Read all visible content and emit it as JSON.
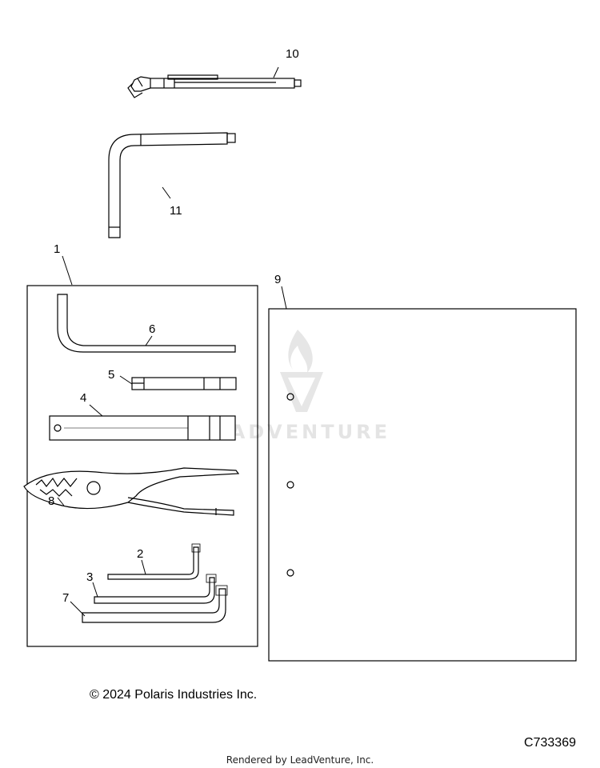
{
  "callouts": {
    "c1": "1",
    "c2": "2",
    "c3": "3",
    "c4": "4",
    "c5": "5",
    "c6": "6",
    "c7": "7",
    "c8": "8",
    "c9": "9",
    "c10": "10",
    "c11": "11"
  },
  "footer": {
    "copyright": "© 2024 Polaris Industries Inc.",
    "part_code": "C733369",
    "rendered_by": "Rendered by LeadVenture, Inc."
  },
  "watermark": {
    "text": "LEADVENTURE"
  },
  "colors": {
    "line": "#000000",
    "watermark": "#e4e4e4"
  }
}
